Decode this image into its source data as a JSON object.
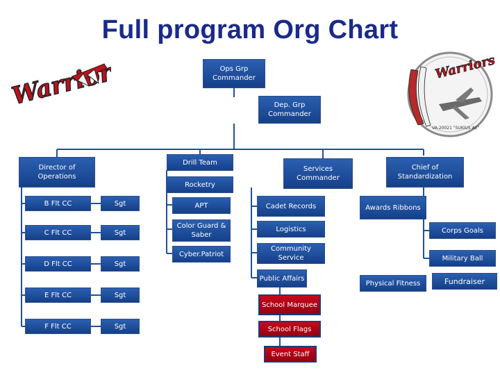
{
  "title": "Full program Org Chart",
  "colors": {
    "box_blue": "#1f4f9f",
    "box_red": "#b0021a",
    "title": "#1a2a8a",
    "lines": "#1f4f9f"
  },
  "logos": {
    "left": {
      "icon": "warriors-logo-icon",
      "text": "Warriors"
    },
    "right": {
      "icon": "warriors-jet-seal-icon",
      "text": "Warriors",
      "bottom_text": "VA-20021 \"SUKIUS AE\""
    }
  },
  "nodes": {
    "ops_grp_cmdr": "Ops Grp Commander",
    "dep_grp_cmdr": "Dep. Grp Commander",
    "director_ops": "Director of Operations",
    "drill_team": "Drill Team",
    "rocketry": "Rocketry",
    "services_cmdr": "Services Commander",
    "chief_stan": "Chief of Standardization",
    "b_flt": "B Flt CC",
    "c_flt": "C Flt CC",
    "d_flt": "D Flt CC",
    "e_flt": "E Flt CC",
    "f_flt": "F Flt CC",
    "sgt": "Sgt",
    "apt": "APT",
    "color_guard": "Color Guard & Saber",
    "cyber_patriot": "Cyber.Patriot",
    "cadet_records": "Cadet Records",
    "logistics": "Logistics",
    "community_service": "Community Service",
    "public_affairs": "Public Affairs",
    "school_marquee": "School Marquee",
    "school_flags": "School Flags",
    "event_staff": "Event Staff",
    "awards_ribbons": "Awards Ribbons",
    "corps_goals": "Corps Goals",
    "military_ball": "Military Ball",
    "physical_fitness": "Physical Fitness",
    "fundraiser": "Fundraiser"
  }
}
